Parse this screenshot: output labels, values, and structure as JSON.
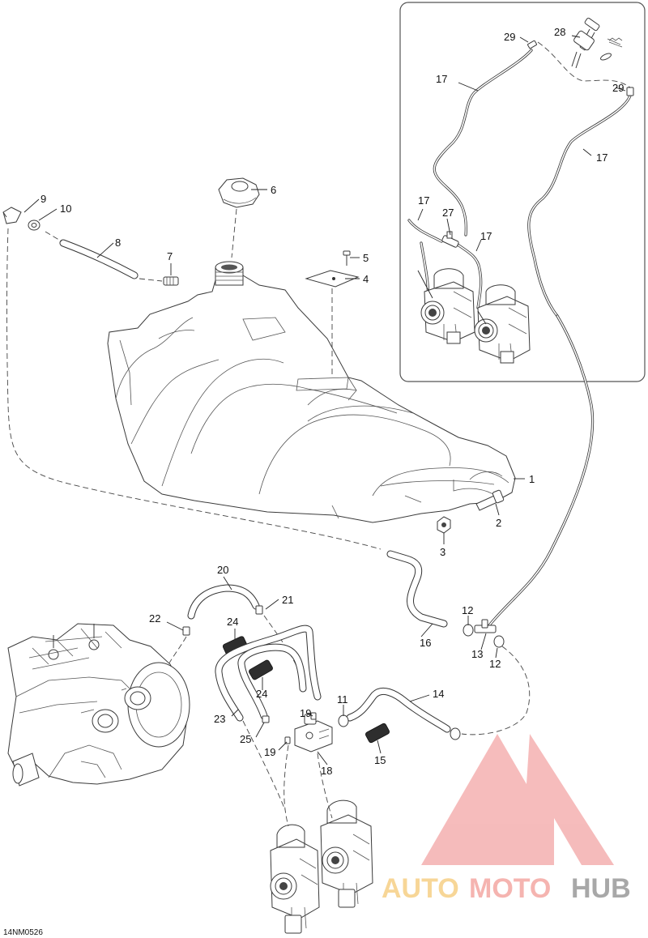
{
  "diagram": {
    "reference_code": "14NM0526",
    "watermark": {
      "text_auto": "AUTO",
      "text_moto": "MOTO",
      "text_hub": "HUB",
      "colors": {
        "logo_red": "#f2a3a3",
        "auto": "#f4c36a",
        "moto": "#f29a96",
        "hub": "#8c8c8c"
      }
    },
    "callouts": {
      "c1": "1",
      "c2": "2",
      "c3": "3",
      "c4": "4",
      "c5": "5",
      "c6": "6",
      "c7": "7",
      "c8": "8",
      "c9": "9",
      "c10": "10",
      "c11": "11",
      "c12a": "12",
      "c12b": "12",
      "c13": "13",
      "c14": "14",
      "c15": "15",
      "c16": "16",
      "c17a": "17",
      "c17b": "17",
      "c17c": "17",
      "c17d": "17",
      "c18": "18",
      "c19a": "19",
      "c19b": "19",
      "c20": "20",
      "c21": "21",
      "c22": "22",
      "c23": "23",
      "c24a": "24",
      "c24b": "24",
      "c25": "25",
      "c27": "27",
      "c28": "28",
      "c29a": "29",
      "c29b": "29"
    }
  }
}
